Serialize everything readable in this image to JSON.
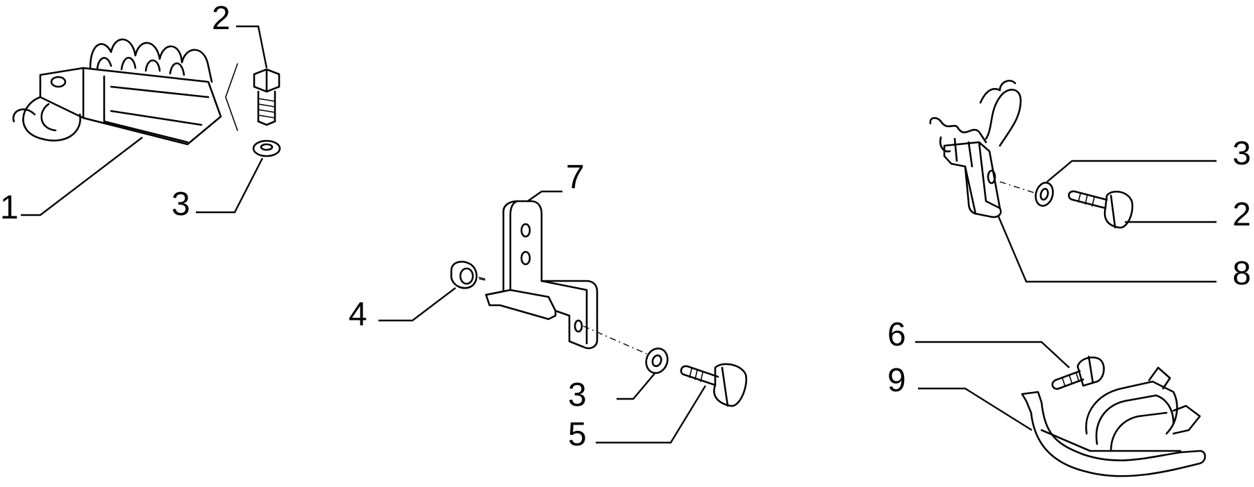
{
  "callouts": {
    "group_a": {
      "c1": "1",
      "c2": "2",
      "c3": "3"
    },
    "group_b": {
      "c7": "7",
      "c4": "4",
      "c3": "3",
      "c5": "5"
    },
    "group_c": {
      "c3": "3",
      "c2": "2",
      "c8": "8"
    },
    "group_d": {
      "c6": "6",
      "c9": "9"
    }
  },
  "colors": {
    "ink": "#000000",
    "paper": "#ffffff"
  }
}
